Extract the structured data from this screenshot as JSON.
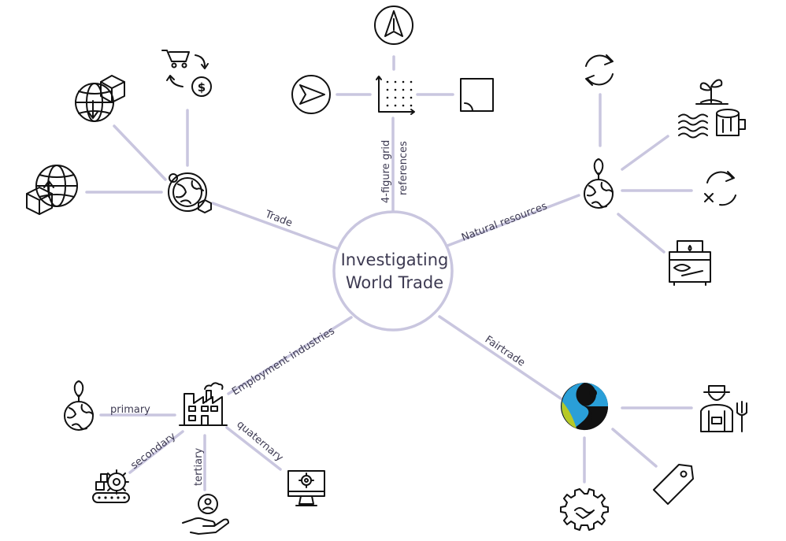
{
  "center": {
    "line1": "Investigating",
    "line2": "World Trade"
  },
  "branches": {
    "grid": "4-figure grid",
    "grid2": "references",
    "natural": "Natural resources",
    "fairtrade": "Fairtrade",
    "employment": "Employment industries",
    "trade": "Trade"
  },
  "sectors": {
    "primary": "primary",
    "secondary": "secondary",
    "tertiary": "tertiary",
    "quaternary": "quaternary"
  },
  "icons": {
    "compass": "compass-arrow-icon",
    "send": "send-arrow-icon",
    "grid": "dot-grid-axes-icon",
    "square": "square-icon",
    "refresh": "refresh-icon",
    "renewable": "plant-water-wood-icon",
    "nonrenew": "non-renewable-icon",
    "oil": "oil-machine-icon",
    "fairtrade": "fairtrade-logo-icon",
    "farmer": "farmer-icon",
    "tag": "price-tag-icon",
    "handshake": "handshake-gear-icon",
    "factory": "factory-icon",
    "conveyor": "conveyor-gear-icon",
    "service": "hand-service-icon",
    "computer": "computer-gear-icon",
    "primaryglobe": "plant-globe-icon",
    "tradeglobe": "globe-trade-icon",
    "cart": "cart-cycle-icon",
    "export": "globe-box-export-icon",
    "import": "globe-box-import-icon"
  }
}
